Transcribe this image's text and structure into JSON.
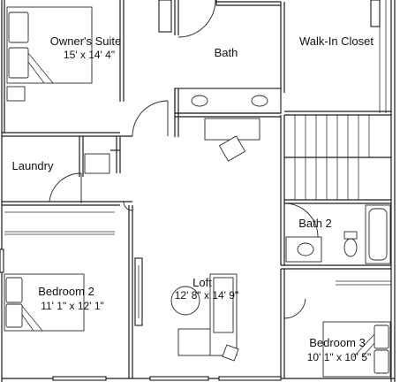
{
  "rooms": {
    "owners_suite": {
      "name": "Owner's Suite",
      "dims": "15' x 14' 4\""
    },
    "bath": {
      "name": "Bath"
    },
    "walk_in_closet": {
      "name": "Walk-In Closet"
    },
    "laundry": {
      "name": "Laundry"
    },
    "bath2": {
      "name": "Bath 2"
    },
    "bedroom2": {
      "name": "Bedroom 2",
      "dims": "11' 1\" x 12' 1\""
    },
    "loft": {
      "name": "Loft",
      "dims": "12' 8\" x 14' 9\""
    },
    "bedroom3": {
      "name": "Bedroom 3",
      "dims": "10' 1\" x 10' 5\""
    }
  }
}
